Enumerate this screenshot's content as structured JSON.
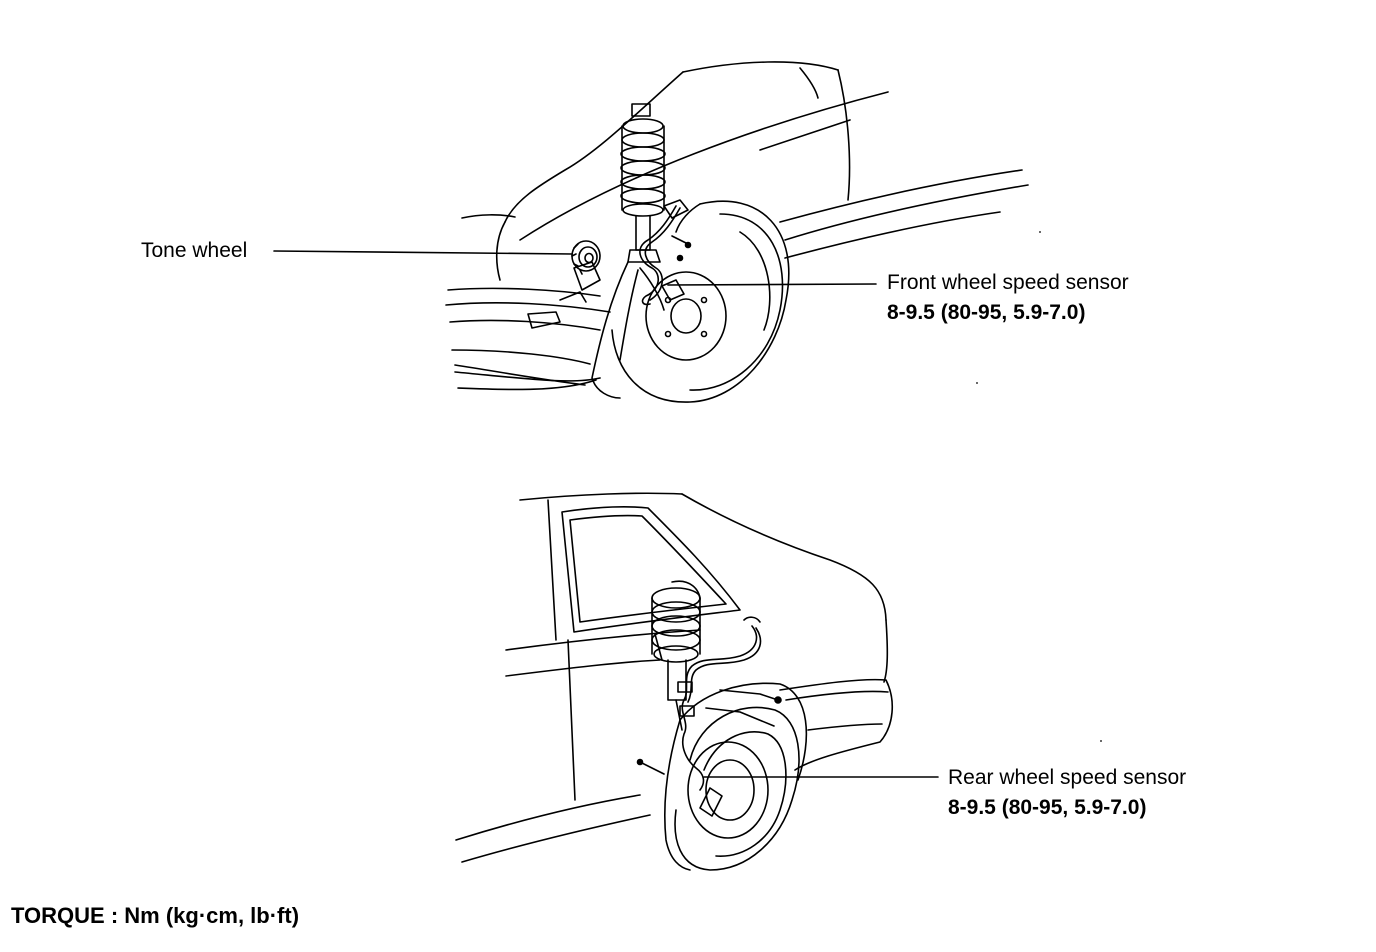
{
  "callouts": {
    "tone_wheel": "Tone wheel",
    "front_sensor": "Front wheel speed sensor",
    "front_sensor_torque": "8-9.5 (80-95, 5.9-7.0)",
    "rear_sensor": "Rear wheel speed sensor",
    "rear_sensor_torque": "8-9.5 (80-95, 5.9-7.0)"
  },
  "legend": {
    "torque_units": "TORQUE : Nm (kg·cm, lb·ft)"
  }
}
